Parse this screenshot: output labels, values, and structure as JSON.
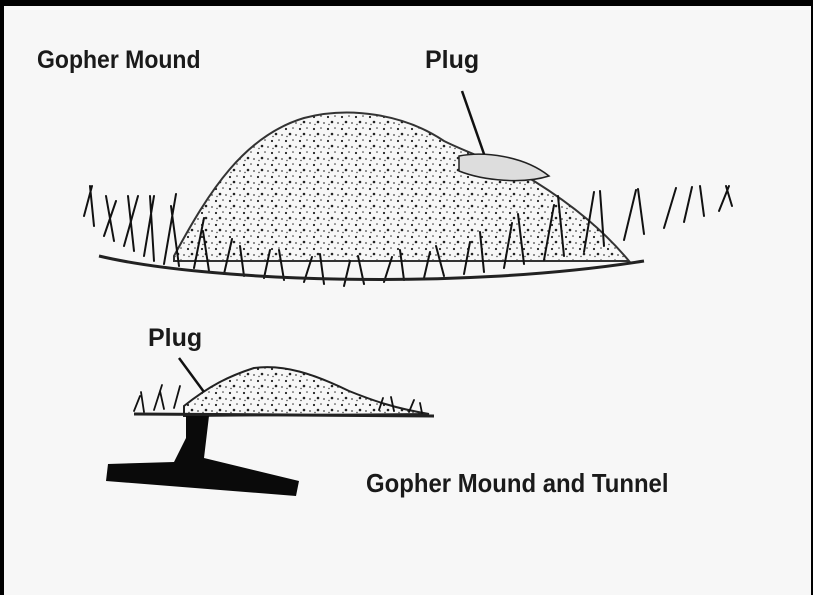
{
  "labels": {
    "title": "Gopher Mound",
    "plug_top": "Plug",
    "plug_bottom": "Plug",
    "caption": "Gopher Mound and Tunnel"
  },
  "colors": {
    "background": "#f7f7f7",
    "border": "#000000",
    "ink": "#1a1a1a"
  }
}
